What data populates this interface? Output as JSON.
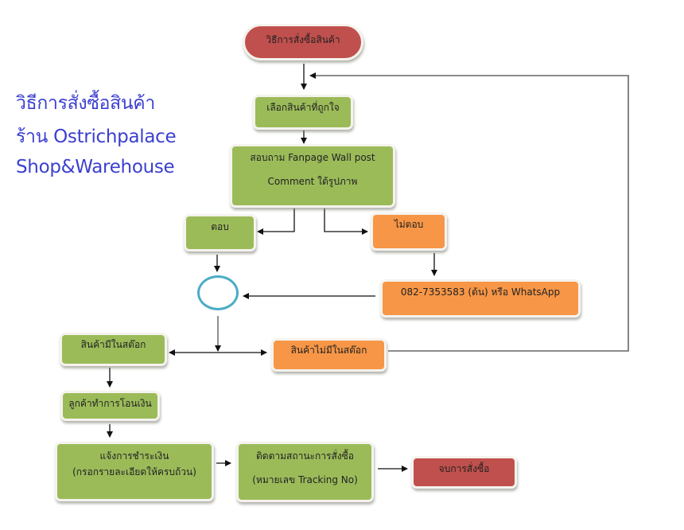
{
  "title": {
    "line1": "วิธีการสั่งซื้อสินค้า",
    "line2": "ร้าน Ostrichpalace",
    "line3": "Shop&Warehouse"
  },
  "colors": {
    "title_text": "#3b3fd0",
    "start_end": "#c0504d",
    "step": "#9bbb59",
    "alternate": "#f79646",
    "junction": "#4bacc6"
  },
  "nodes": {
    "start": "วิธีการสั่งซื้อสินค้า",
    "choose": "เลือกสินค้าที่ถูกใจ",
    "ask_line1": "สอบถาม Fanpage Wall post",
    "ask_line2": "Comment ใต้รูปภาพ",
    "answered": "ตอบ",
    "not_answered": "ไม่ตอบ",
    "phone": "082-7353583 (ต้น) หรือ WhatsApp",
    "in_stock": "สินค้ามีในสต๊อก",
    "out_of_stock": "สินค้าไม่มีในสต๊อก",
    "transfer": "ลูกค้าทำการโอนเงิน",
    "notify_line1": "แจ้งการชำระเงิน",
    "notify_line2": "(กรอกรายละเอียดให้ครบถ้วน)",
    "track_line1": "ติดตามสถานะการสั่งซื้อ",
    "track_line2": "(หมายเลข Tracking No)",
    "end": "จบการสั่งซื้อ"
  }
}
